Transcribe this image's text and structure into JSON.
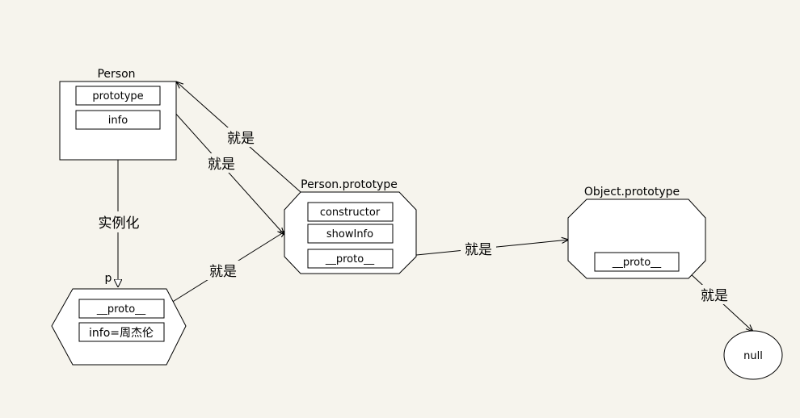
{
  "diagram": {
    "person": {
      "title": "Person",
      "fields": [
        "prototype",
        "info"
      ]
    },
    "instance": {
      "title": "p",
      "fields": [
        "__proto__",
        "info=周杰伦"
      ]
    },
    "person_prototype": {
      "title": "Person.prototype",
      "fields": [
        "constructor",
        "showInfo",
        "__proto__"
      ]
    },
    "object_prototype": {
      "title": "Object.prototype",
      "fields": [
        "__proto__"
      ]
    },
    "null_node": {
      "label": "null"
    },
    "edges": {
      "instantiate": "实例化",
      "is": "就是"
    }
  }
}
